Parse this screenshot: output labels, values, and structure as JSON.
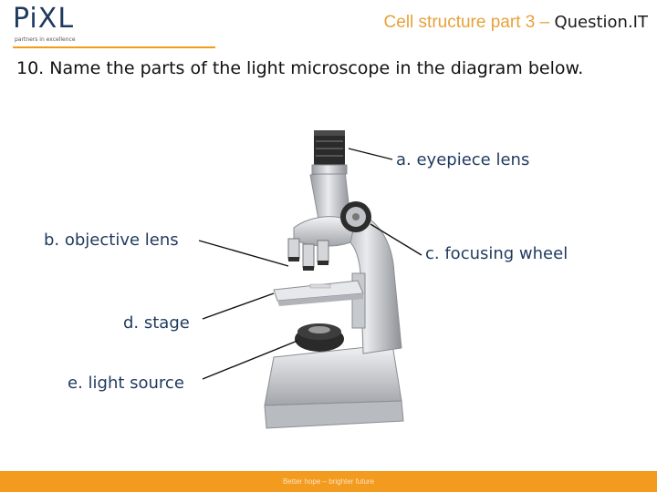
{
  "logo": {
    "text": "PiXL",
    "tagline": "partners in excellence"
  },
  "header": {
    "title": "Cell structure part 3 –",
    "brand": "Question.IT"
  },
  "question": "10. Name the parts of the light microscope in the diagram below.",
  "labels": {
    "a": "a. eyepiece lens",
    "b": "b. objective lens",
    "c": "c. focusing wheel",
    "d": "d. stage",
    "e": "e. light source"
  },
  "footer": {
    "text": "Better hope – brighter future"
  },
  "colors": {
    "accent": "#f29b1e",
    "label": "#1f3a5f",
    "title": "#e8a13a"
  }
}
